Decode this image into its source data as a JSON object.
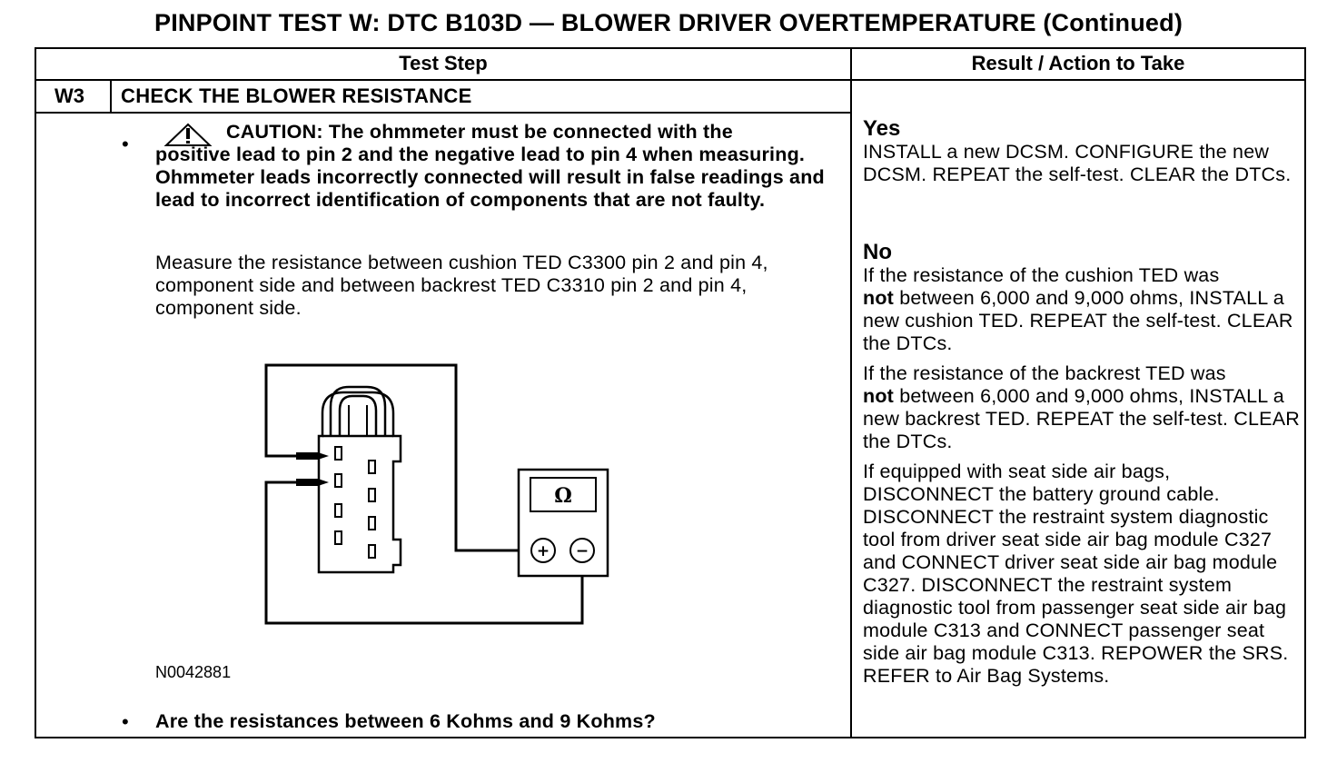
{
  "title": "PINPOINT TEST  W: DTC B103D — BLOWER DRIVER OVERTEMPERATURE (Continued)",
  "headers": {
    "test_step": "Test Step",
    "result_action": "Result / Action to Take"
  },
  "step": {
    "id": "W3",
    "title": "CHECK THE BLOWER RESISTANCE",
    "bullet_symbol": "•",
    "caution_line1": "CAUTION: The ohmmeter must be connected with the",
    "caution_rest": "positive lead to pin 2 and the negative lead to pin 4 when measuring. Ohmmeter leads incorrectly connected will result in false readings and lead to incorrect identification of components that are not  faulty.",
    "measure": "Measure the resistance between cushion TED C3300 pin 2 and pin 4, component side and between backrest TED C3310 pin 2 and pin 4, component side.",
    "figure_id": "N0042881",
    "question": "Are the resistances between 6 Kohms and 9 Kohms?"
  },
  "meter": {
    "symbol": "Ω",
    "plus": "+",
    "minus": "−"
  },
  "results": {
    "yes_label": "Yes",
    "yes_text": "INSTALL a new DCSM. CONFIGURE the new DCSM. REPEAT the self-test. CLEAR the DTCs.",
    "no_label": "No",
    "no1_pre": "If the resistance of the cushion TED was",
    "no1_bold": "not",
    "no1_post": " between 6,000 and 9,000 ohms, INSTALL a new cushion TED. REPEAT the self-test. CLEAR the DTCs.",
    "no2_pre": "If the resistance of the backrest TED was",
    "no2_bold": "not",
    "no2_post": " between 6,000 and 9,000 ohms, INSTALL a new backrest TED. REPEAT the self-test. CLEAR the DTCs.",
    "no3": "If equipped with seat side air bags, DISCONNECT the battery ground cable. DISCONNECT the restraint system diagnostic tool from driver seat side air bag module C327 and CONNECT driver seat side air bag module C327. DISCONNECT the restraint  system diagnostic tool from passenger seat side air bag module C313 and CONNECT passenger seat side air bag module C313. REPOWER the SRS. REFER to Air Bag Systems."
  }
}
